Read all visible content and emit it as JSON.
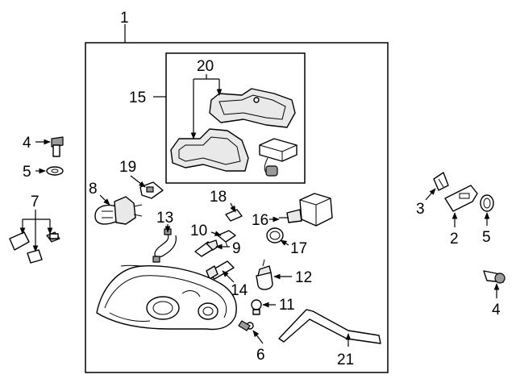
{
  "callouts": {
    "c1": "1",
    "c2": "2",
    "c3": "3",
    "c4_left": "4",
    "c4_right": "4",
    "c5_left": "5",
    "c5_right": "5",
    "c6": "6",
    "c7": "7",
    "c8": "8",
    "c9": "9",
    "c10": "10",
    "c11": "11",
    "c12": "12",
    "c13": "13",
    "c14": "14",
    "c15": "15",
    "c16": "16",
    "c17": "17",
    "c18": "18",
    "c19": "19",
    "c20": "20",
    "c21": "21"
  }
}
